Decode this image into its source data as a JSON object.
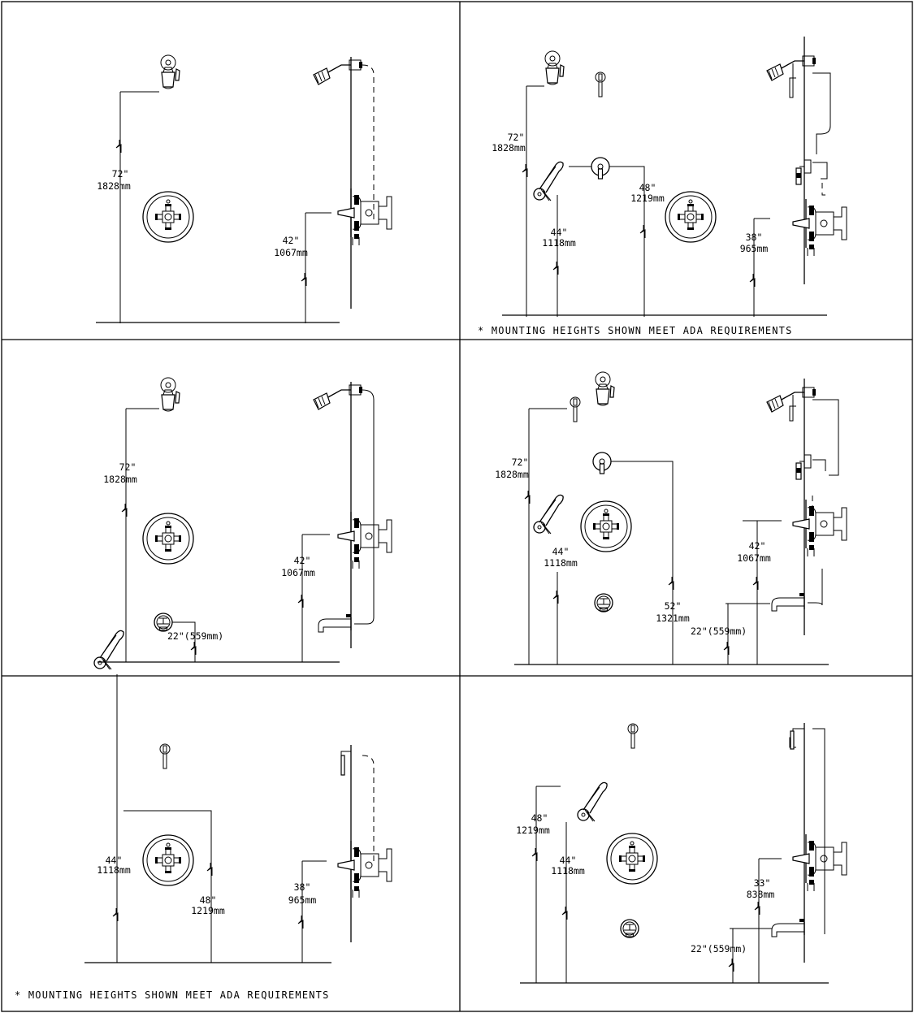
{
  "panels": [
    {
      "id": "p1",
      "labels": [
        {
          "key": "a",
          "in": "72\"",
          "mm": "1828mm"
        },
        {
          "key": "b",
          "in": "42\"",
          "mm": "1067mm"
        }
      ],
      "note": ""
    },
    {
      "id": "p2",
      "labels": [
        {
          "key": "a",
          "in": "72\"",
          "mm": "1828mm"
        },
        {
          "key": "b",
          "in": "44\"",
          "mm": "1118mm"
        },
        {
          "key": "c",
          "in": "48\"",
          "mm": "1219mm"
        },
        {
          "key": "d",
          "in": "38\"",
          "mm": "965mm"
        }
      ],
      "note": "* MOUNTING HEIGHTS SHOWN MEET ADA REQUIREMENTS"
    },
    {
      "id": "p3",
      "labels": [
        {
          "key": "a",
          "in": "72\"",
          "mm": "1828mm"
        },
        {
          "key": "b",
          "in": "42\"",
          "mm": "1067mm"
        },
        {
          "key": "c",
          "single": "22\"(559mm)"
        }
      ],
      "note": ""
    },
    {
      "id": "p4",
      "labels": [
        {
          "key": "a",
          "in": "72\"",
          "mm": "1828mm"
        },
        {
          "key": "b",
          "in": "44\"",
          "mm": "1118mm"
        },
        {
          "key": "c",
          "in": "52\"",
          "mm": "1321mm"
        },
        {
          "key": "d",
          "in": "42\"",
          "mm": "1067mm"
        },
        {
          "key": "e",
          "single": "22\"(559mm)"
        }
      ],
      "note": ""
    },
    {
      "id": "p5",
      "labels": [
        {
          "key": "a",
          "in": "44\"",
          "mm": "1118mm"
        },
        {
          "key": "b",
          "in": "48\"",
          "mm": "1219mm"
        },
        {
          "key": "c",
          "in": "38\"",
          "mm": "965mm"
        }
      ],
      "note": "* MOUNTING HEIGHTS SHOWN MEET ADA REQUIREMENTS"
    },
    {
      "id": "p6",
      "labels": [
        {
          "key": "a",
          "in": "48\"",
          "mm": "1219mm"
        },
        {
          "key": "b",
          "in": "44\"",
          "mm": "1118mm"
        },
        {
          "key": "c",
          "in": "33\"",
          "mm": "838mm"
        },
        {
          "key": "d",
          "single": "22\"(559mm)"
        }
      ],
      "note": ""
    }
  ]
}
